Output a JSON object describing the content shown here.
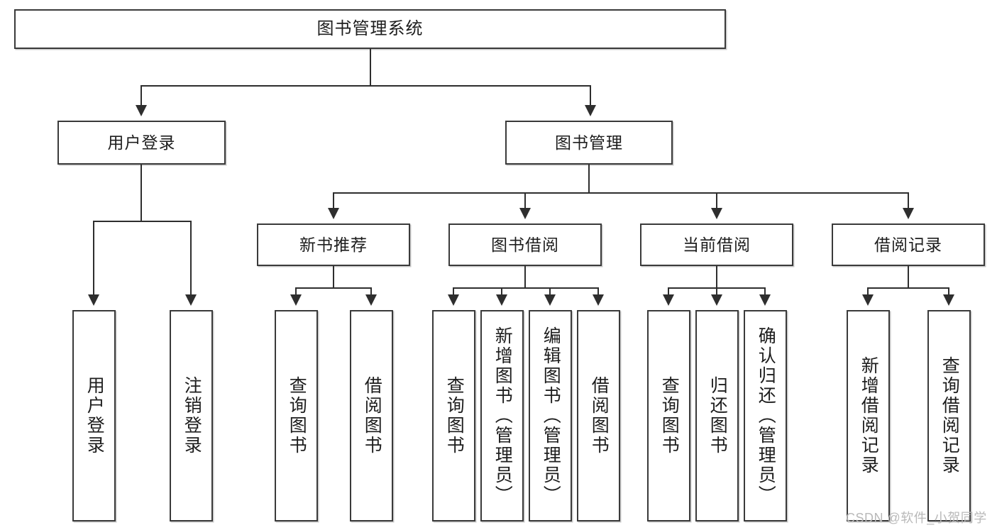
{
  "diagram": {
    "type": "tree-hierarchy",
    "title": "图书管理系统",
    "watermark": "CSDN @软件_小贺同学",
    "colors": {
      "box_border": "#3a3a3a",
      "line": "#2e2e2e",
      "background": "#ffffff",
      "text": "#1d1d1d",
      "watermark": "#b9b9b9"
    },
    "levels": {
      "root": {
        "label": "图书管理系统"
      },
      "level2": [
        {
          "label": "用户登录"
        },
        {
          "label": "图书管理"
        }
      ],
      "level3": [
        {
          "label": "新书推荐"
        },
        {
          "label": "图书借阅"
        },
        {
          "label": "当前借阅"
        },
        {
          "label": "借阅记录"
        }
      ],
      "leaves": {
        "user_login": [
          {
            "label": "用户登录"
          },
          {
            "label": "注销登录"
          }
        ],
        "new_book_recommend": [
          {
            "label": "查询图书"
          },
          {
            "label": "借阅图书"
          }
        ],
        "book_borrow": [
          {
            "label": "查询图书"
          },
          {
            "label": "新增图书（管理员）"
          },
          {
            "label": "编辑图书（管理员）"
          },
          {
            "label": "借阅图书"
          }
        ],
        "current_borrow": [
          {
            "label": "查询图书"
          },
          {
            "label": "归还图书"
          },
          {
            "label": "确认归还（管理员）"
          }
        ],
        "borrow_record": [
          {
            "label": "新增借阅记录"
          },
          {
            "label": "查询借阅记录"
          }
        ]
      }
    }
  }
}
